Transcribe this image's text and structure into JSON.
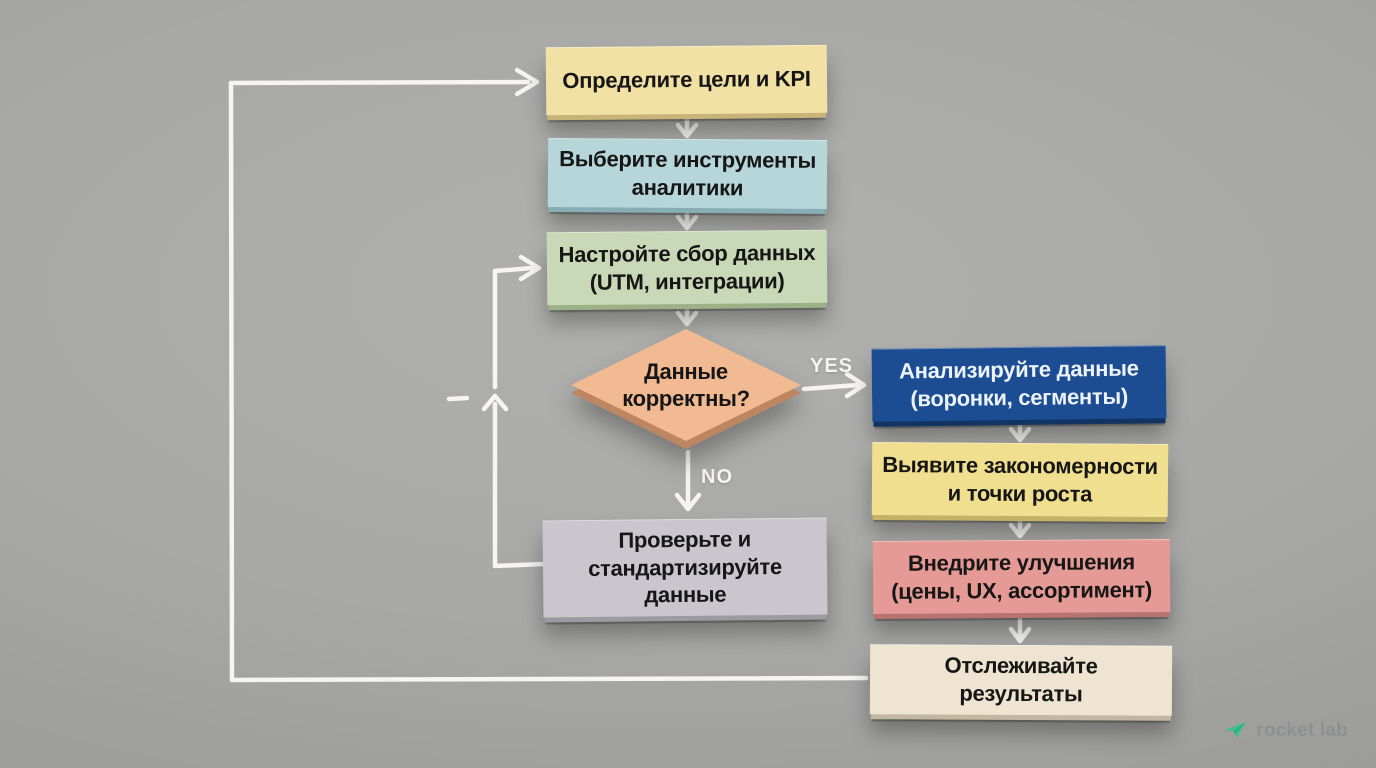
{
  "background_color": "#a8a8a6",
  "arrow_color": "#f6f5f2",
  "diagram": {
    "title": "E-commerce analytics workflow (sticky-note flowchart, Russian)",
    "nodes": [
      {
        "id": "goals",
        "type": "process",
        "lines": [
          "Определите цели и KPI"
        ],
        "color": "#f1e1a5"
      },
      {
        "id": "tools",
        "type": "process",
        "lines": [
          "Выберите инструменты",
          "аналитики"
        ],
        "color": "#b6d6da"
      },
      {
        "id": "collect",
        "type": "process",
        "lines": [
          "Настройте сбор данных",
          "(UTM, интеграции)"
        ],
        "color": "#c9d8b6"
      },
      {
        "id": "decision",
        "type": "decision",
        "lines": [
          "Данные",
          "корректны?"
        ],
        "color": "#f1ba92"
      },
      {
        "id": "analyze",
        "type": "process",
        "lines": [
          "Анализируйте данные",
          "(воронки, сегменты)"
        ],
        "color": "#1c4c91",
        "text_color": "#ecf3fc"
      },
      {
        "id": "patterns",
        "type": "process",
        "lines": [
          "Выявите закономерности",
          "и точки роста"
        ],
        "color": "#f0df8e"
      },
      {
        "id": "improve",
        "type": "process",
        "lines": [
          "Внедрите улучшения",
          "(цены, UX, ассортимент)"
        ],
        "color": "#e59a96"
      },
      {
        "id": "track",
        "type": "process",
        "lines": [
          "Отслеживайте",
          "результаты"
        ],
        "color": "#eee4d1"
      },
      {
        "id": "standardize",
        "type": "process",
        "lines": [
          "Проверьте и",
          "стандартизируйте",
          "данные"
        ],
        "color": "#c9c7cd"
      }
    ],
    "edge_labels": {
      "yes": "YES",
      "no": "NO"
    }
  },
  "branding": {
    "logo_text": "rocket lab",
    "logo_text_color": "#8e9092",
    "logo_icon": "rocket-paper-plane-icon",
    "logo_icon_color": "#3fbf8f"
  }
}
